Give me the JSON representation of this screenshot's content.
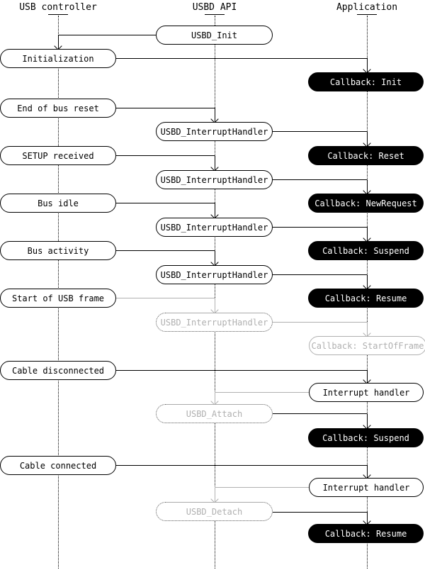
{
  "columns": [
    {
      "label": "USB controller"
    },
    {
      "label": "USBD API"
    },
    {
      "label": "Application"
    }
  ],
  "nodes": [
    {
      "label": "USBD_Init"
    },
    {
      "label": "Initialization"
    },
    {
      "label": "Callback: Init"
    },
    {
      "label": "End of bus reset"
    },
    {
      "label": "USBD_InterruptHandler"
    },
    {
      "label": "SETUP received"
    },
    {
      "label": "Callback: Reset"
    },
    {
      "label": "USBD_InterruptHandler"
    },
    {
      "label": "Bus idle"
    },
    {
      "label": "Callback: NewRequest"
    },
    {
      "label": "USBD_InterruptHandler"
    },
    {
      "label": "Bus activity"
    },
    {
      "label": "Callback: Suspend"
    },
    {
      "label": "USBD_InterruptHandler"
    },
    {
      "label": "Start of USB frame"
    },
    {
      "label": "Callback: Resume"
    },
    {
      "label": "USBD_InterruptHandler"
    },
    {
      "label": "Callback: StartOfFrame"
    },
    {
      "label": "Cable disconnected"
    },
    {
      "label": "Interrupt handler"
    },
    {
      "label": "USBD_Attach"
    },
    {
      "label": "Callback: Suspend"
    },
    {
      "label": "Cable connected"
    },
    {
      "label": "Interrupt handler"
    },
    {
      "label": "USBD_Detach"
    },
    {
      "label": "Callback: Resume"
    }
  ],
  "colors": {
    "line": "#000000",
    "ghost_line": "#b0b0b0",
    "ghost_text": "#b0b0b0",
    "callback_bg": "#000000",
    "callback_text": "#ffffff"
  }
}
